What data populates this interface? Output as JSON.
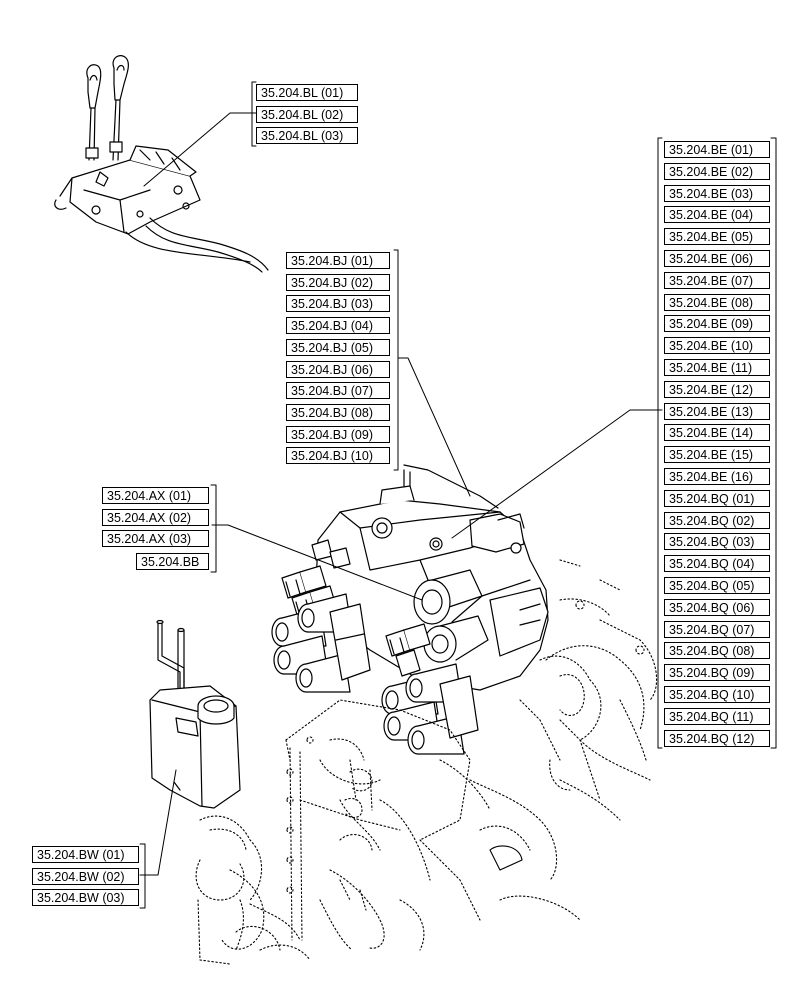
{
  "groups": {
    "bl": {
      "labels": [
        "35.204.BL (01)",
        "35.204.BL (02)",
        "35.204.BL (03)"
      ]
    },
    "be": {
      "labels": [
        "35.204.BE (01)",
        "35.204.BE (02)",
        "35.204.BE (03)",
        "35.204.BE (04)",
        "35.204.BE (05)",
        "35.204.BE (06)",
        "35.204.BE (07)",
        "35.204.BE (08)",
        "35.204.BE (09)",
        "35.204.BE (10)",
        "35.204.BE (11)",
        "35.204.BE (12)",
        "35.204.BE (13)",
        "35.204.BE (14)",
        "35.204.BE (15)",
        "35.204.BE (16)",
        "35.204.BQ (01)",
        "35.204.BQ (02)",
        "35.204.BQ (03)",
        "35.204.BQ (04)",
        "35.204.BQ (05)",
        "35.204.BQ (06)",
        "35.204.BQ (07)",
        "35.204.BQ (08)",
        "35.204.BQ (09)",
        "35.204.BQ (10)",
        "35.204.BQ (11)",
        "35.204.BQ (12)"
      ]
    },
    "bj": {
      "labels": [
        "35.204.BJ (01)",
        "35.204.BJ (02)",
        "35.204.BJ (03)",
        "35.204.BJ (04)",
        "35.204.BJ (05)",
        "35.204.BJ (06)",
        "35.204.BJ (07)",
        "35.204.BJ (08)",
        "35.204.BJ (09)",
        "35.204.BJ (10)"
      ]
    },
    "ax": {
      "labels": [
        "35.204.AX (01)",
        "35.204.AX (02)",
        "35.204.AX (03)"
      ]
    },
    "bb": {
      "labels": [
        "35.204.BB"
      ]
    },
    "bw": {
      "labels": [
        "35.204.BW (01)",
        "35.204.BW (02)",
        "35.204.BW (03)"
      ]
    }
  },
  "colors": {
    "ink": "#000000",
    "background": "#ffffff"
  }
}
